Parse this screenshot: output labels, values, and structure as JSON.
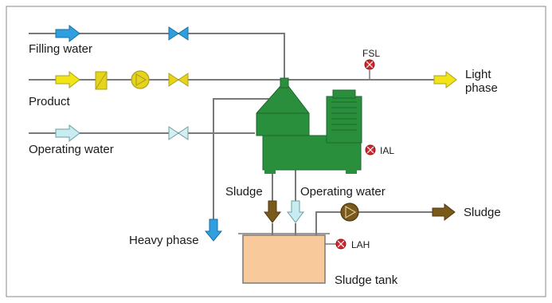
{
  "labels": {
    "filling_water": "Filling water",
    "product": "Product",
    "operating_water_in": "Operating water",
    "light_phase": [
      "Light",
      "phase"
    ],
    "fsl": "FSL",
    "ial": "IAL",
    "lah": "LAH",
    "sludge_outlet": "Sludge",
    "operating_water_outlet": "Operating water",
    "heavy_phase": "Heavy phase",
    "sludge_right": "Sludge",
    "sludge_tank": "Sludge tank"
  },
  "colors": {
    "filling_water_arrow": "#2f9fe0",
    "product_arrow": "#f2e416",
    "operating_water_arrow": "#c9ecf0",
    "separator_green": "#2a8f3c",
    "sludge_brown": "#7a5a1a",
    "tank_fill": "#f8c99a",
    "alarm_red": "#d0262c",
    "heavy_phase_arrow": "#2f9fe0",
    "valve_blue": "#2f9fe0",
    "valve_yellow": "#e7d41a",
    "valve_light": "#d6eef2",
    "pump_yellow": "#e7d41a",
    "pump_brown": "#7a5a1a",
    "line_gray": "#7a7a7a"
  }
}
